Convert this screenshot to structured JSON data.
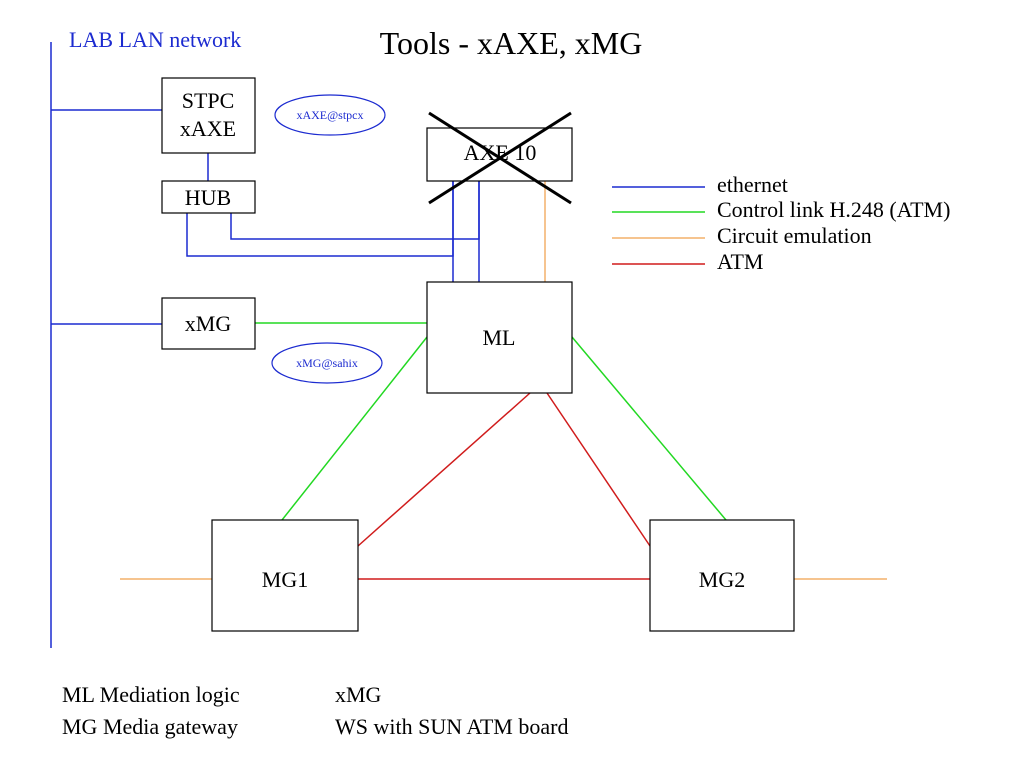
{
  "title": "Tools - xAXE, xMG",
  "lan_label": "LAB LAN network",
  "nodes": {
    "stpc": {
      "line1": "STPC",
      "line2": "xAXE"
    },
    "hub": {
      "label": "HUB"
    },
    "axe10": {
      "label": "AXE 10"
    },
    "xmg": {
      "label": "xMG"
    },
    "ml": {
      "label": "ML"
    },
    "mg1": {
      "label": "MG1"
    },
    "mg2": {
      "label": "MG2"
    }
  },
  "hosts": {
    "stpcx": "xAXE@stpcx",
    "sahix": "xMG@sahix"
  },
  "legend": [
    {
      "label": "ethernet",
      "color": "#1c2bd0"
    },
    {
      "label": "Control link H.248 (ATM)",
      "color": "#22d822"
    },
    {
      "label": "Circuit emulation",
      "color": "#f3b06a"
    },
    {
      "label": "ATM",
      "color": "#d01c1c"
    }
  ],
  "notes": {
    "ml_def": "ML Mediation logic",
    "mg_def": "MG Media gateway",
    "xmg_term": "xMG",
    "xmg_def": "WS with SUN ATM board"
  },
  "colors": {
    "ethernet": "#1c2bd0",
    "control": "#22d822",
    "circuit": "#f3b06a",
    "atm": "#d01c1c",
    "lan_text": "#1c2bd0"
  }
}
